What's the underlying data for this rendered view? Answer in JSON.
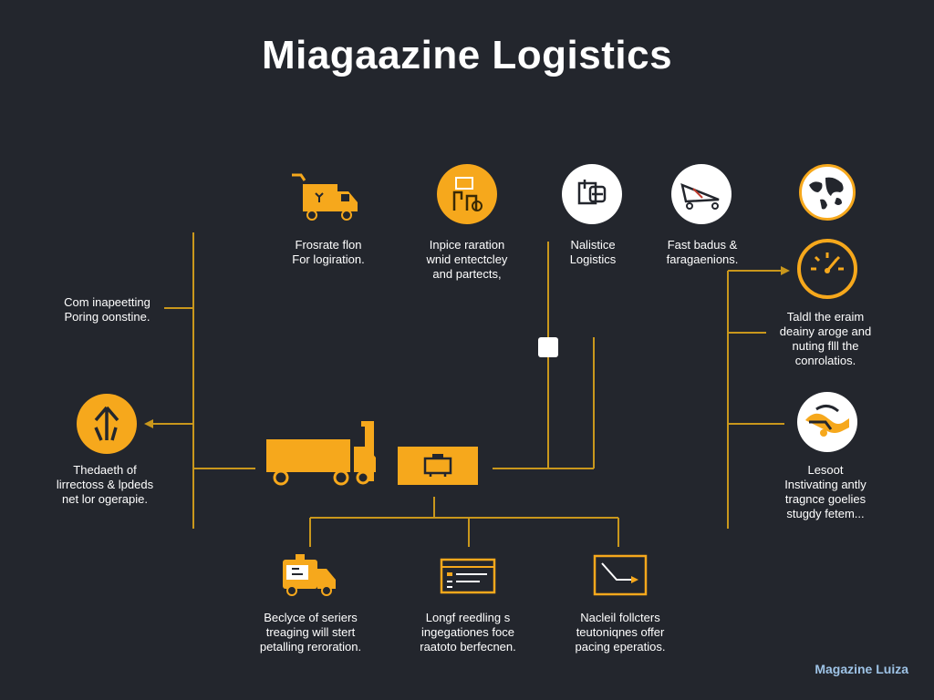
{
  "title": "Miagaazine Logistics",
  "brand": "Magazine Luiza",
  "colors": {
    "background": "#23262d",
    "accent": "#f6a81c",
    "line": "#c9971c",
    "text": "#ffffff",
    "brand": "#9ec3e6"
  },
  "top_row": [
    {
      "icon": "delivery-truck-icon",
      "label": "Frosrate flon\nFor logiration."
    },
    {
      "icon": "warehouse-gear-icon",
      "label": "Inpice raration\nwnid entectcley\nand partects,"
    },
    {
      "icon": "logistics-box-icon",
      "label": "Nalistice\nLogistics"
    },
    {
      "icon": "cargo-plane-icon",
      "label": "Fast badus &\nfaragaenions."
    },
    {
      "icon": "globe-map-icon",
      "label": ""
    }
  ],
  "left_column": [
    {
      "label": "Com inapeetting\nPoring oonstine."
    },
    {
      "icon": "direction-arrows-icon",
      "label": "Thedaeth of\nlirrectoss & lpdeds\nnet lor ogerapie."
    }
  ],
  "right_column": [
    {
      "icon": "speedometer-icon",
      "label": "Taldl the eraim\ndeainy aroge and\nnuting flll the\nconrolatios."
    },
    {
      "icon": "handshake-icon",
      "label": "Lesoot\nInstivating antly\ntragnce goelies\nstugdy fetem..."
    }
  ],
  "center": {
    "truck_icon": "cargo-truck-icon",
    "box_icon": "parcel-box-icon"
  },
  "bottom_row": [
    {
      "icon": "service-van-icon",
      "label": "Beclyce of seriers\ntreaging will stert\npetalling reroration."
    },
    {
      "icon": "tracking-screen-icon",
      "label": "Longf reedling s\ningegationes foce\nraatoto berfecnen."
    },
    {
      "icon": "chart-arrow-icon",
      "label": "Nacleil follcters\nteutoniqnes offer\npacing eperatios."
    }
  ]
}
